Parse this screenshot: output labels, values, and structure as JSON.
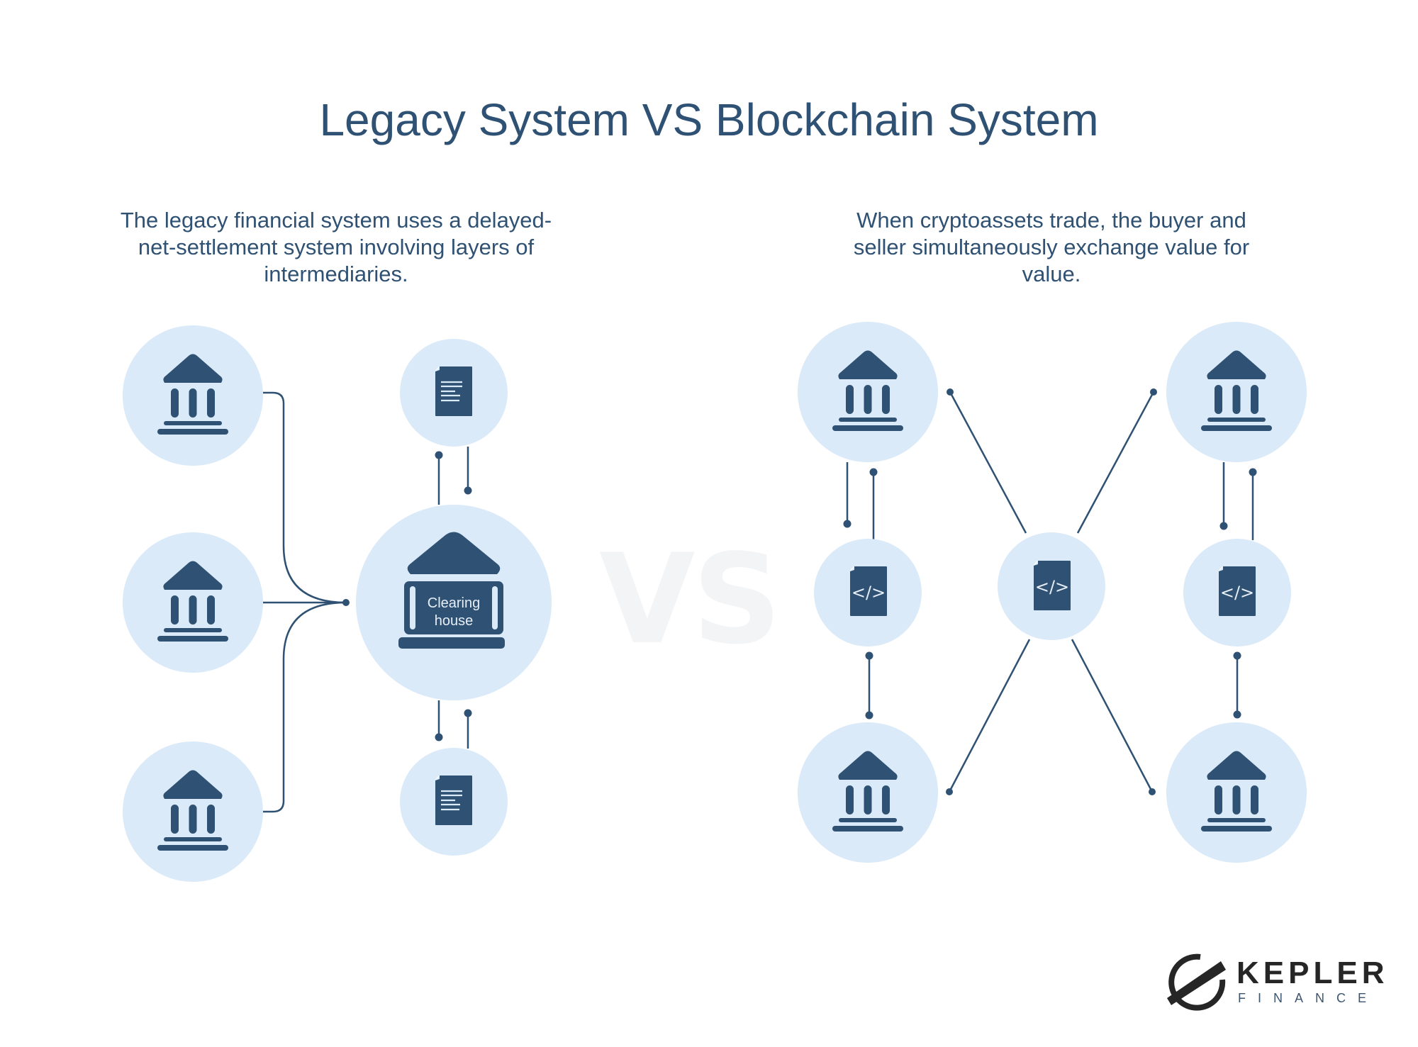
{
  "title": "Legacy System VS Blockchain System",
  "legacy": {
    "description": "The legacy financial system uses a delayed-net-settlement system involving layers of intermediaries.",
    "description_lines": [
      "The legacy financial system uses a delayed-",
      "net-settlement system involving layers of",
      "intermediaries."
    ],
    "nodes": [
      "bank",
      "bank",
      "bank"
    ],
    "documents": [
      "document",
      "document"
    ],
    "clearing_house_label_lines": [
      "Clearing",
      "house"
    ]
  },
  "vs_label": "VS",
  "blockchain": {
    "description": "When cryptoassets trade, the buyer and seller simultaneously exchange value for value.",
    "description_lines": [
      "When cryptoassets trade, the buyer and",
      "seller simultaneously exchange value for",
      "value."
    ],
    "code_symbol": "</>",
    "nodes": [
      "bank",
      "bank",
      "bank",
      "bank"
    ],
    "smart_contracts": [
      "code-document",
      "code-document",
      "code-document"
    ]
  },
  "logo": {
    "name": "KEPLER",
    "subtitle": "FINANCE"
  },
  "colors": {
    "primary": "#2f5173",
    "circle_fill": "#daeaf8",
    "vs_watermark": "#f3f4f6",
    "logo_dark": "#262626"
  }
}
